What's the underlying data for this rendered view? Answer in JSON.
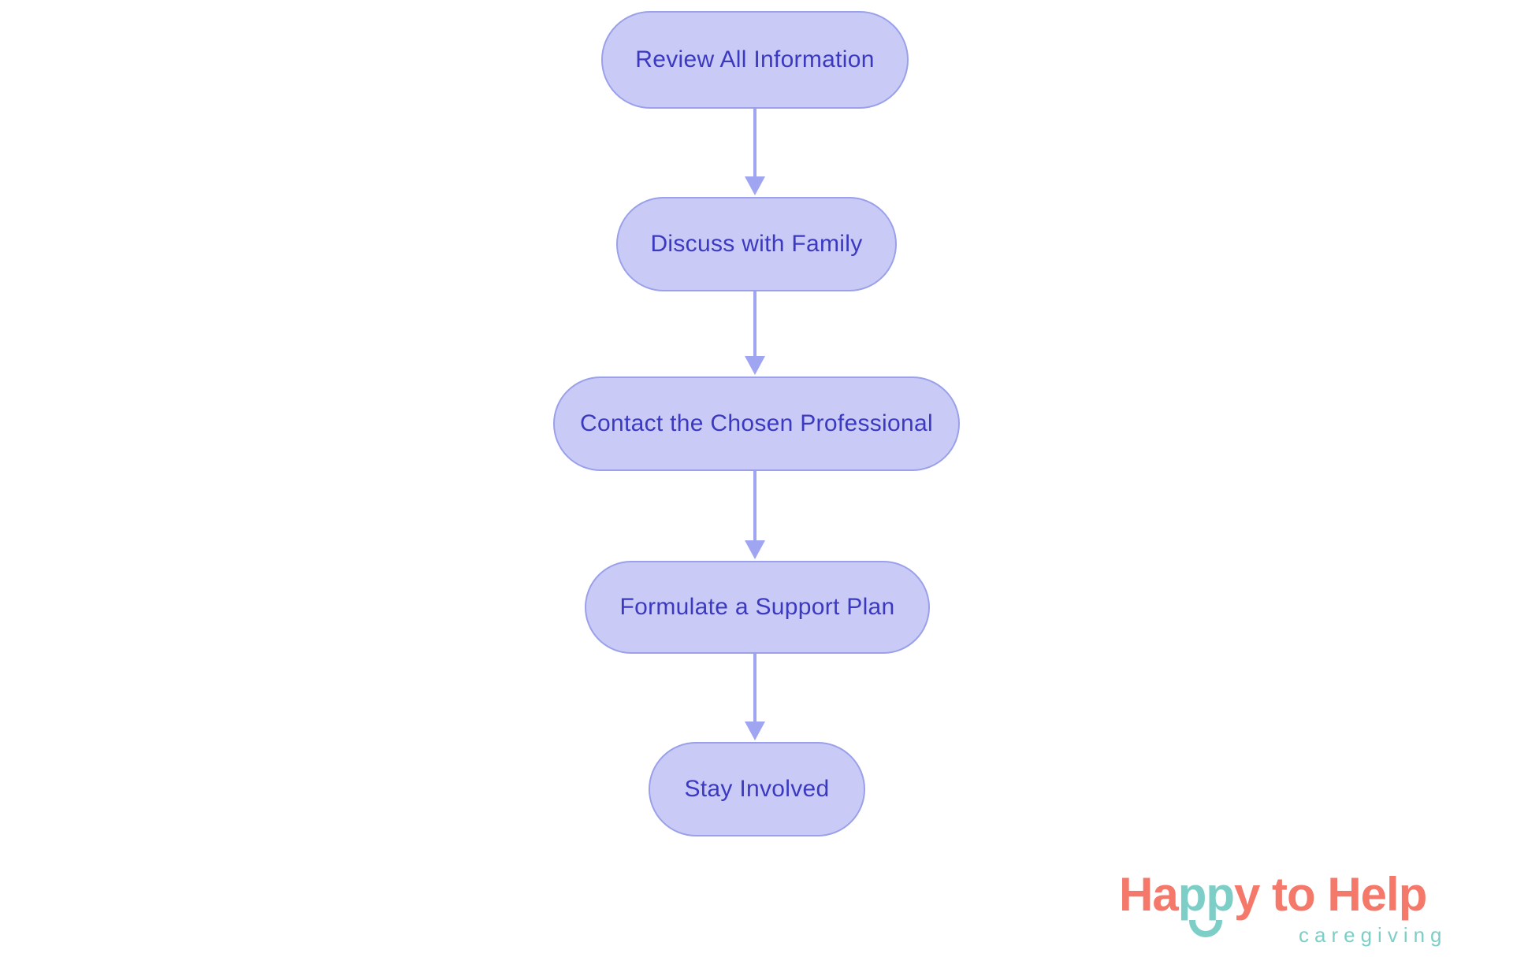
{
  "canvas": {
    "background": "#ffffff"
  },
  "flowchart": {
    "type": "vertical-flow",
    "colors": {
      "node_fill": "#c9cbf6",
      "node_border": "#9aa0ea",
      "node_text": "#3c39c1",
      "arrow": "#9fa5f0"
    },
    "nodes": [
      {
        "label": "Review All Information"
      },
      {
        "label": "Discuss with Family"
      },
      {
        "label": "Contact the Chosen Professional"
      },
      {
        "label": "Formulate a Support Plan"
      },
      {
        "label": "Stay Involved"
      }
    ],
    "edges": [
      {
        "from": "Review All Information",
        "to": "Discuss with Family"
      },
      {
        "from": "Discuss with Family",
        "to": "Contact the Chosen Professional"
      },
      {
        "from": "Contact the Chosen Professional",
        "to": "Formulate a Support Plan"
      },
      {
        "from": "Formulate a Support Plan",
        "to": "Stay Involved"
      }
    ]
  },
  "logo": {
    "segments": [
      {
        "text": "Ha",
        "color": "#f4796b"
      },
      {
        "text": "pp",
        "color": "#7dcec7"
      },
      {
        "text": "y to Help",
        "color": "#f4796b"
      }
    ],
    "subtitle": "caregiving",
    "colors": {
      "coral": "#f4796b",
      "teal": "#7dcec7"
    }
  }
}
